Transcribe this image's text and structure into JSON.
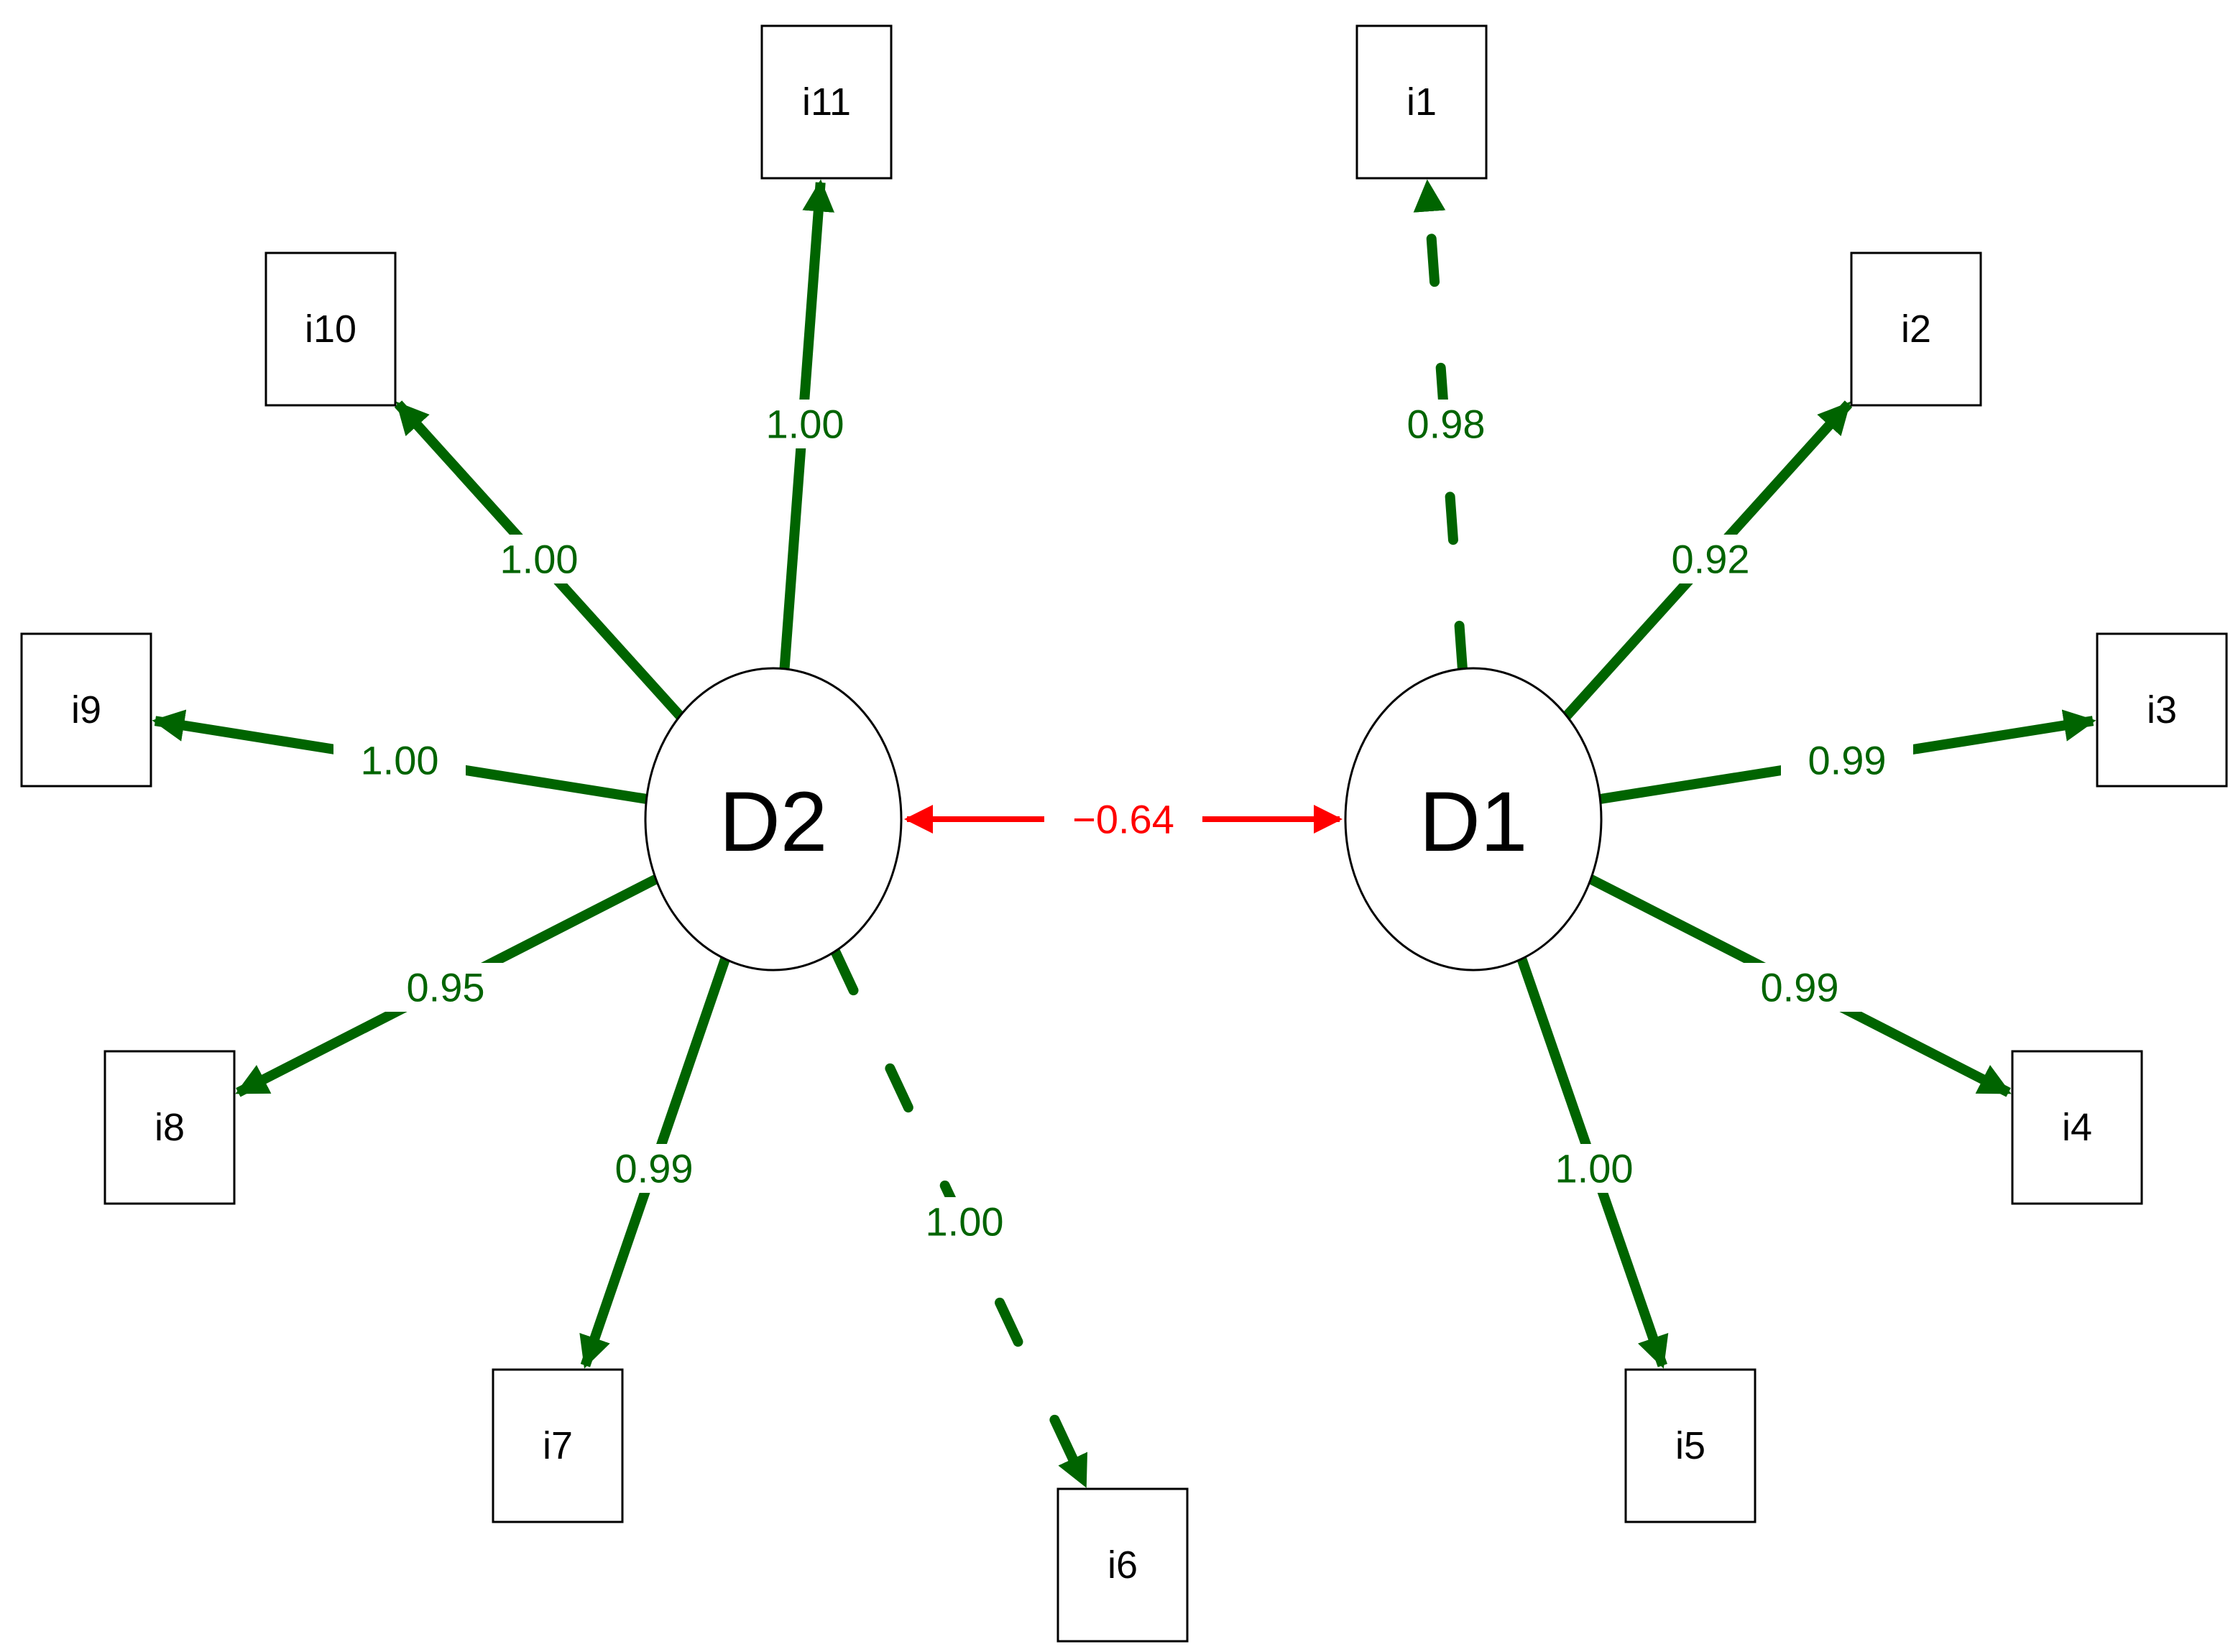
{
  "colors": {
    "loading": "#006400",
    "covariance": "#ff0000",
    "outline": "#000000",
    "background": "#ffffff"
  },
  "latents": [
    {
      "id": "D2",
      "label": "D2"
    },
    {
      "id": "D1",
      "label": "D1"
    }
  ],
  "items": [
    {
      "id": "i1",
      "label": "i1"
    },
    {
      "id": "i2",
      "label": "i2"
    },
    {
      "id": "i3",
      "label": "i3"
    },
    {
      "id": "i4",
      "label": "i4"
    },
    {
      "id": "i5",
      "label": "i5"
    },
    {
      "id": "i6",
      "label": "i6"
    },
    {
      "id": "i7",
      "label": "i7"
    },
    {
      "id": "i8",
      "label": "i8"
    },
    {
      "id": "i9",
      "label": "i9"
    },
    {
      "id": "i10",
      "label": "i10"
    },
    {
      "id": "i11",
      "label": "i11"
    }
  ],
  "loadings": [
    {
      "from": "D1",
      "to": "i1",
      "value": "0.98",
      "style": "dashed"
    },
    {
      "from": "D1",
      "to": "i2",
      "value": "0.92",
      "style": "solid"
    },
    {
      "from": "D1",
      "to": "i3",
      "value": "0.99",
      "style": "solid"
    },
    {
      "from": "D1",
      "to": "i4",
      "value": "0.99",
      "style": "solid"
    },
    {
      "from": "D1",
      "to": "i5",
      "value": "1.00",
      "style": "solid"
    },
    {
      "from": "D2",
      "to": "i6",
      "value": "1.00",
      "style": "dashed"
    },
    {
      "from": "D2",
      "to": "i7",
      "value": "0.99",
      "style": "solid"
    },
    {
      "from": "D2",
      "to": "i8",
      "value": "0.95",
      "style": "solid"
    },
    {
      "from": "D2",
      "to": "i9",
      "value": "1.00",
      "style": "solid"
    },
    {
      "from": "D2",
      "to": "i10",
      "value": "1.00",
      "style": "solid"
    },
    {
      "from": "D2",
      "to": "i11",
      "value": "1.00",
      "style": "solid"
    }
  ],
  "covariances": [
    {
      "from": "D2",
      "to": "D1",
      "value": "−0.64"
    }
  ]
}
